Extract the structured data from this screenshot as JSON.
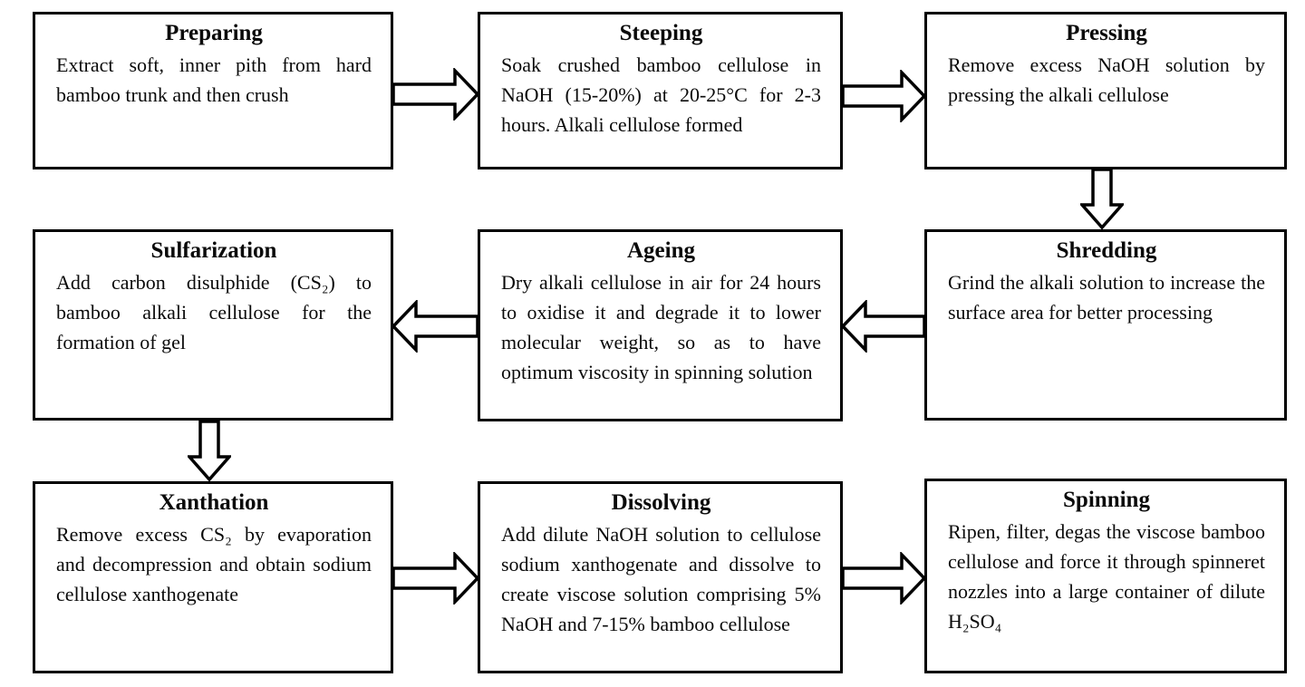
{
  "flowchart": {
    "description_of_diagram": "Nine-step process flowchart connected by outlined block arrows",
    "steps": [
      {
        "title": "Preparing",
        "body": "Extract soft, inner pith from hard bamboo trunk and then crush"
      },
      {
        "title": "Steeping",
        "body": "Soak crushed bamboo cellulose in NaOH (15-20%) at 20-25°C for 2-3 hours. Alkali cellulose formed"
      },
      {
        "title": "Pressing",
        "body": "Remove excess NaOH solution by pressing the alkali cellulose"
      },
      {
        "title": "Sulfarization",
        "body": "Add carbon disulphide (CS₂) to bamboo alkali cellulose for the formation of gel"
      },
      {
        "title": "Ageing",
        "body": "Dry alkali cellulose in air for 24 hours to oxidise it and degrade it to lower molecular weight, so as to have optimum viscosity in spinning solution"
      },
      {
        "title": "Shredding",
        "body": "Grind the alkali solution to increase the surface area for better processing"
      },
      {
        "title": "Xanthation",
        "body": "Remove excess CS₂ by evaporation and decompression and obtain sodium cellulose xanthogenate"
      },
      {
        "title": "Dissolving",
        "body": "Add dilute NaOH solution to cellulose sodium xanthogenate and dissolve to create viscose solution comprising 5% NaOH and 7-15% bamboo cellulose"
      },
      {
        "title": "Spinning",
        "body": "Ripen, filter, degas the viscose bamboo cellulose and force it through spinneret nozzles into a large container of dilute H₂SO₄"
      }
    ],
    "arrows": [
      {
        "from": "Preparing",
        "to": "Steeping",
        "direction": "right"
      },
      {
        "from": "Steeping",
        "to": "Pressing",
        "direction": "right"
      },
      {
        "from": "Pressing",
        "to": "Shredding",
        "direction": "down"
      },
      {
        "from": "Shredding",
        "to": "Ageing",
        "direction": "left"
      },
      {
        "from": "Ageing",
        "to": "Sulfarization",
        "direction": "left"
      },
      {
        "from": "Sulfarization",
        "to": "Xanthation",
        "direction": "down"
      },
      {
        "from": "Xanthation",
        "to": "Dissolving",
        "direction": "right"
      },
      {
        "from": "Dissolving",
        "to": "Spinning",
        "direction": "right"
      }
    ],
    "colors": {
      "background": "#ffffff",
      "box_fill": "#ffffff",
      "box_border": "#000000",
      "text": "#0a0a0a",
      "arrow_fill": "#ffffff",
      "arrow_outline": "#000000"
    }
  }
}
